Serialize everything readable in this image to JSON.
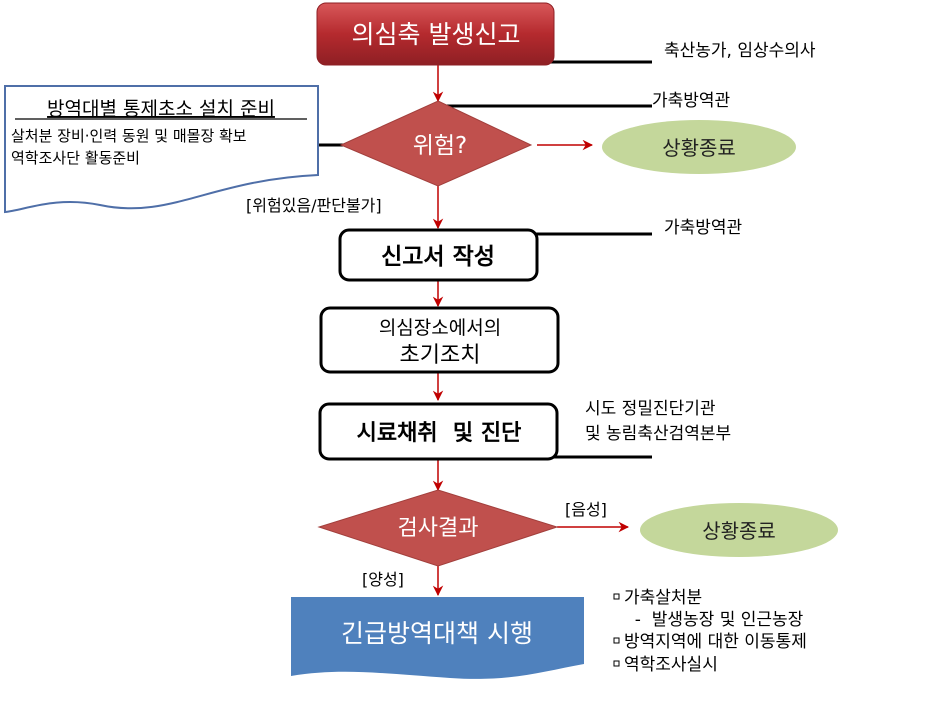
{
  "nodes": {
    "report": "의심축 발생신고",
    "risk": "위험?",
    "end1": "상황종료",
    "write_report": "신고서 작성",
    "initial_line1": "의심장소에서의",
    "initial_line2": "초기조치",
    "sampling": "시료채취  및 진단",
    "test_result": "검사결과",
    "end2": "상황종료",
    "emergency": "긴급방역대책 시행"
  },
  "note_box": {
    "title": "방역대별 통제초소 설치 준비",
    "line1": "살처분 장비·인력 동원 및 매몰장 확보",
    "line2": "역학조사단 활동준비"
  },
  "edge_labels": {
    "risk_yes": "[위험있음/판단불가]",
    "negative": "[음성]",
    "positive": "[양성]"
  },
  "annotations": {
    "reporter": "축산농가, 임상수의사",
    "officer1": "가축방역관",
    "officer2": "가축방역관",
    "lab_line1": "시도 정밀진단기관",
    "lab_line2": "및 농림축산검역본부"
  },
  "actions": [
    "가축살처분",
    "  -  발생농장 및 인근농장",
    "방역지역에 대한 이동통제",
    "역학조사실시"
  ],
  "colors": {
    "red_box": "#b52a2e",
    "diamond": "#c0504d",
    "ellipse": "#c4d79b",
    "blue_box": "#4f81bd",
    "arrow": "#c00000"
  }
}
